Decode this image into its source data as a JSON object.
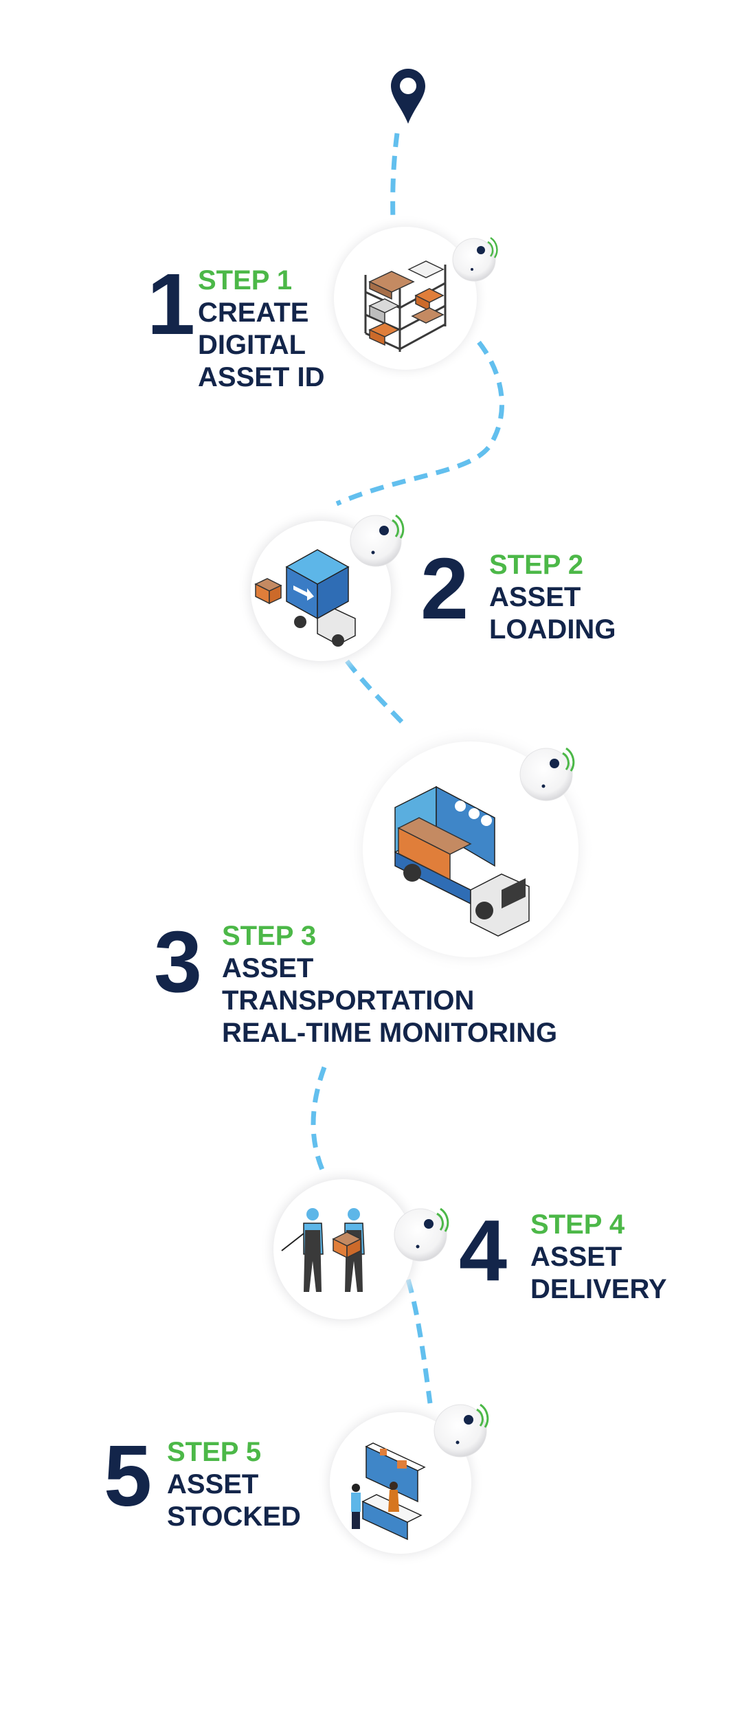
{
  "colors": {
    "navy": "#13254a",
    "green": "#4cb848",
    "path": "#62bfee",
    "shadow": "#e6e6e8",
    "sensor": "#f2f2f3"
  },
  "start_marker": {
    "icon": "map-pin-icon"
  },
  "steps": [
    {
      "number": "1",
      "label": "STEP 1",
      "lines": [
        "CREATE",
        "DIGITAL",
        "ASSET ID"
      ],
      "illustration": "warehouse-shelf-illustration",
      "sensor_icon": "tracker-sensor-icon"
    },
    {
      "number": "2",
      "label": "STEP 2",
      "lines": [
        "ASSET",
        "LOADING"
      ],
      "illustration": "truck-loading-illustration",
      "sensor_icon": "tracker-sensor-icon"
    },
    {
      "number": "3",
      "label": "STEP 3",
      "lines": [
        "ASSET",
        "TRANSPORTATION",
        "REAL-TIME MONITORING"
      ],
      "illustration": "truck-transport-illustration",
      "sensor_icon": "tracker-sensor-icon"
    },
    {
      "number": "4",
      "label": "STEP 4",
      "lines": [
        "ASSET",
        "DELIVERY"
      ],
      "illustration": "delivery-workers-illustration",
      "sensor_icon": "tracker-sensor-icon"
    },
    {
      "number": "5",
      "label": "STEP 5",
      "lines": [
        "ASSET",
        "STOCKED"
      ],
      "illustration": "retail-store-illustration",
      "sensor_icon": "tracker-sensor-icon"
    }
  ]
}
